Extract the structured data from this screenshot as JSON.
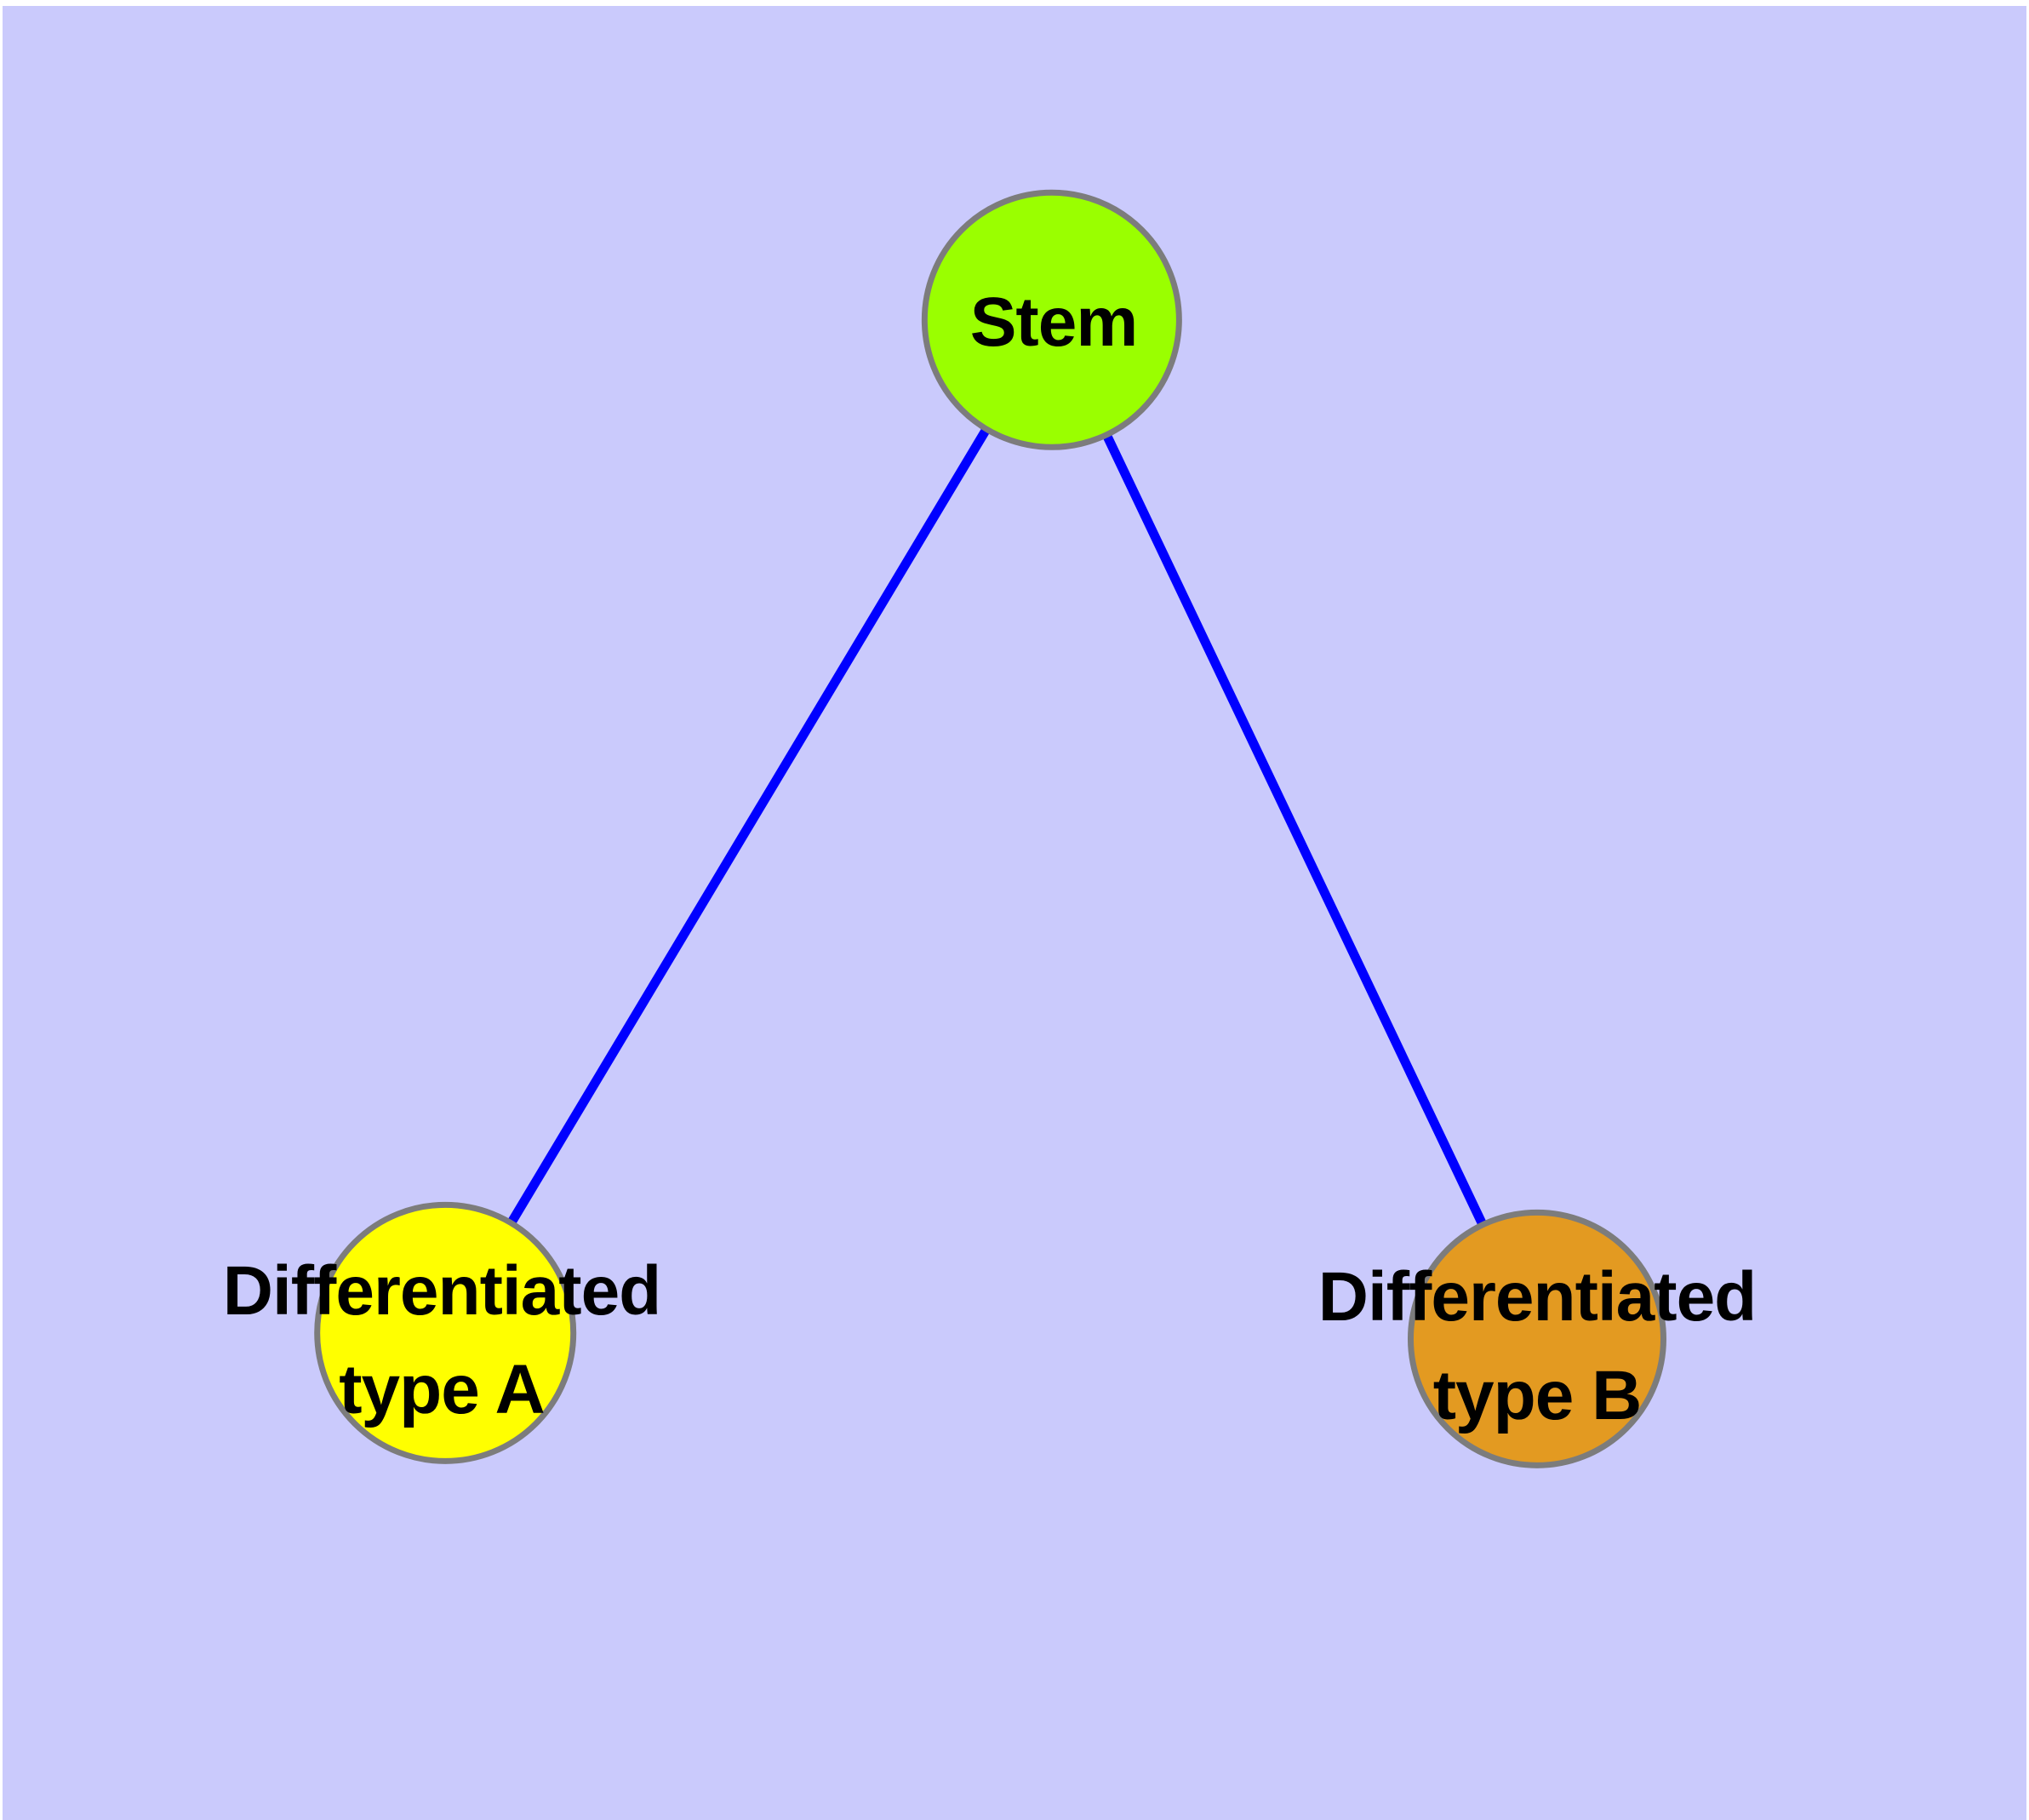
{
  "diagram": {
    "type": "node-link-graph",
    "background_color": "#cacafc",
    "edge_color": "#0000ff",
    "node_border_color": "#7c7c7c",
    "text_color": "#000000",
    "nodes": [
      {
        "id": "stem",
        "label_lines": [
          "Stem"
        ],
        "fill": "#9aff00"
      },
      {
        "id": "type-a",
        "label_lines": [
          "Differentiated",
          "type A"
        ],
        "fill": "#ffff00"
      },
      {
        "id": "type-b",
        "label_lines": [
          "Differentiated",
          "type B"
        ],
        "fill": "#e39a21"
      }
    ],
    "edges": [
      {
        "from": "Stem",
        "to": "Differentiated type A"
      },
      {
        "from": "Stem",
        "to": "Differentiated type B"
      }
    ]
  }
}
